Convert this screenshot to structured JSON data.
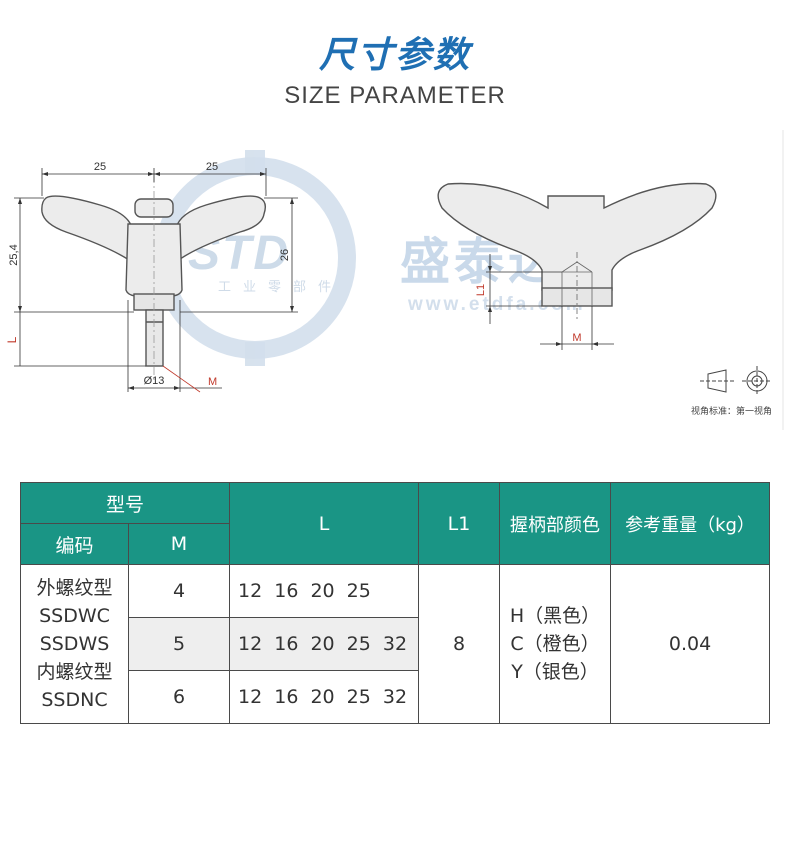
{
  "header": {
    "title_zh": "尺寸参数",
    "title_en": "SIZE PARAMETER"
  },
  "watermark": {
    "logo_text": "STD",
    "logo_sub": "工业零部件",
    "brand_zh": "盛泰达",
    "url": "www.etdfa.com"
  },
  "drawing": {
    "dim_left_width": "25",
    "dim_right_width": "25",
    "dim_height_left": "25,4",
    "dim_height_right": "26",
    "dim_L": "L",
    "dim_diameter": "Ø13",
    "dim_M_left": "M",
    "dim_L1": "L1",
    "dim_M_right": "M",
    "view_note": "视角标准：第一视角"
  },
  "table": {
    "header_model": "型号",
    "header_code": "编码",
    "header_M": "M",
    "header_L": "L",
    "header_L1": "L1",
    "header_color": "握柄部颜色",
    "header_weight": "参考重量（kg）",
    "codes": [
      "外螺纹型",
      "SSDWC",
      "SSDWS",
      "内螺纹型",
      "SSDNC"
    ],
    "rows": [
      {
        "M": "4",
        "L": "12  16  20  25"
      },
      {
        "M": "5",
        "L": "12  16  20  25  32"
      },
      {
        "M": "6",
        "L": "12  16  20  25  32"
      }
    ],
    "L1": "8",
    "colors": [
      "H（黑色）",
      "C（橙色）",
      "Y（银色）"
    ],
    "weight": "0.04"
  },
  "colors": {
    "title_blue": "#1f6fb3",
    "header_teal": "#1a9585",
    "dimension_red": "#c0392b"
  }
}
